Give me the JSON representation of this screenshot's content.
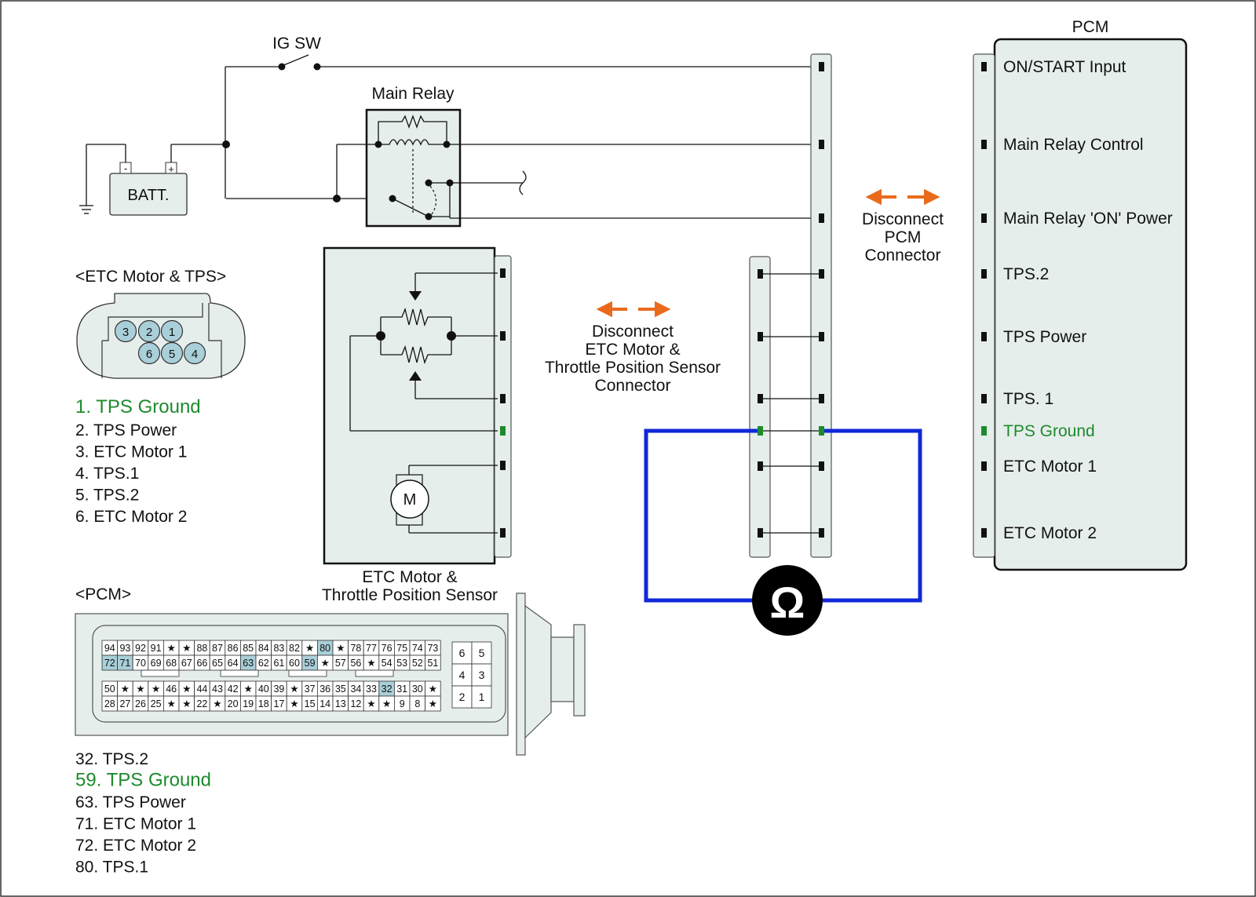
{
  "colors": {
    "tps_ground_green": "#1e8a2c",
    "meter_wire_blue": "#1028d8",
    "arrow_orange": "#ea6a1c",
    "connector_fill": "#e6eeec",
    "highlight_cell": "#a9cfd8"
  },
  "power": {
    "ig_sw": "IG SW",
    "main_relay": "Main Relay",
    "battery": "BATT.",
    "battery_minus": "-",
    "battery_plus": "+"
  },
  "pcm_block": {
    "title": "PCM",
    "pins": [
      {
        "label": "ON/START Input",
        "highlight": false
      },
      {
        "label": "Main Relay Control",
        "highlight": false
      },
      {
        "label": "Main Relay 'ON' Power",
        "highlight": false
      },
      {
        "label": "TPS.2",
        "highlight": false
      },
      {
        "label": "TPS Power",
        "highlight": false
      },
      {
        "label": "TPS. 1",
        "highlight": false
      },
      {
        "label": "TPS Ground",
        "highlight": true
      },
      {
        "label": "ETC Motor 1",
        "highlight": false
      },
      {
        "label": "ETC Motor 2",
        "highlight": false
      }
    ]
  },
  "etc_block": {
    "caption_line1": "ETC Motor &",
    "caption_line2": "Throttle Position Sensor",
    "motor_symbol": "M"
  },
  "instructions": {
    "disconnect_pcm": [
      "Disconnect",
      "PCM",
      "Connector"
    ],
    "disconnect_etc": [
      "Disconnect",
      "ETC Motor &",
      "Throttle Position Sensor",
      "Connector"
    ]
  },
  "meter": {
    "symbol": "Ω",
    "icon": "ohmmeter-icon"
  },
  "etc_connector": {
    "title": "<ETC Motor & TPS>",
    "pin_numbers_top": [
      "3",
      "2",
      "1"
    ],
    "pin_numbers_bottom": [
      "6",
      "5",
      "4"
    ],
    "legend": [
      {
        "text": "1. TPS Ground",
        "highlight": true
      },
      {
        "text": "2. TPS Power",
        "highlight": false
      },
      {
        "text": "3. ETC Motor 1",
        "highlight": false
      },
      {
        "text": "4. TPS.1",
        "highlight": false
      },
      {
        "text": "5. TPS.2",
        "highlight": false
      },
      {
        "text": "6. ETC Motor 2",
        "highlight": false
      }
    ]
  },
  "pcm_connector": {
    "title": "<PCM>",
    "rows": [
      [
        "94",
        "93",
        "92",
        "91",
        "★",
        "★",
        "88",
        "87",
        "86",
        "85",
        "84",
        "83",
        "82",
        "★",
        "80",
        "★",
        "78",
        "77",
        "76",
        "75",
        "74",
        "73"
      ],
      [
        "72",
        "71",
        "70",
        "69",
        "68",
        "67",
        "66",
        "65",
        "64",
        "63",
        "62",
        "61",
        "60",
        "59",
        "★",
        "57",
        "56",
        "★",
        "54",
        "53",
        "52",
        "51"
      ],
      [
        "50",
        "★",
        "★",
        "★",
        "46",
        "★",
        "44",
        "43",
        "42",
        "★",
        "40",
        "39",
        "★",
        "37",
        "36",
        "35",
        "34",
        "33",
        "32",
        "31",
        "30",
        "★"
      ],
      [
        "28",
        "27",
        "26",
        "25",
        "★",
        "★",
        "22",
        "★",
        "20",
        "19",
        "18",
        "17",
        "★",
        "15",
        "14",
        "13",
        "12",
        "★",
        "★",
        "9",
        "8",
        "★"
      ]
    ],
    "highlighted": [
      "80",
      "72",
      "71",
      "63",
      "59",
      "32"
    ],
    "small_block": [
      [
        "6",
        "5"
      ],
      [
        "4",
        "3"
      ],
      [
        "2",
        "1"
      ]
    ],
    "legend": [
      {
        "text": "32. TPS.2",
        "highlight": false
      },
      {
        "text": "59. TPS Ground",
        "highlight": true
      },
      {
        "text": "63. TPS Power",
        "highlight": false
      },
      {
        "text": "71. ETC Motor 1",
        "highlight": false
      },
      {
        "text": "72. ETC Motor 2",
        "highlight": false
      },
      {
        "text": "80. TPS.1",
        "highlight": false
      }
    ]
  }
}
